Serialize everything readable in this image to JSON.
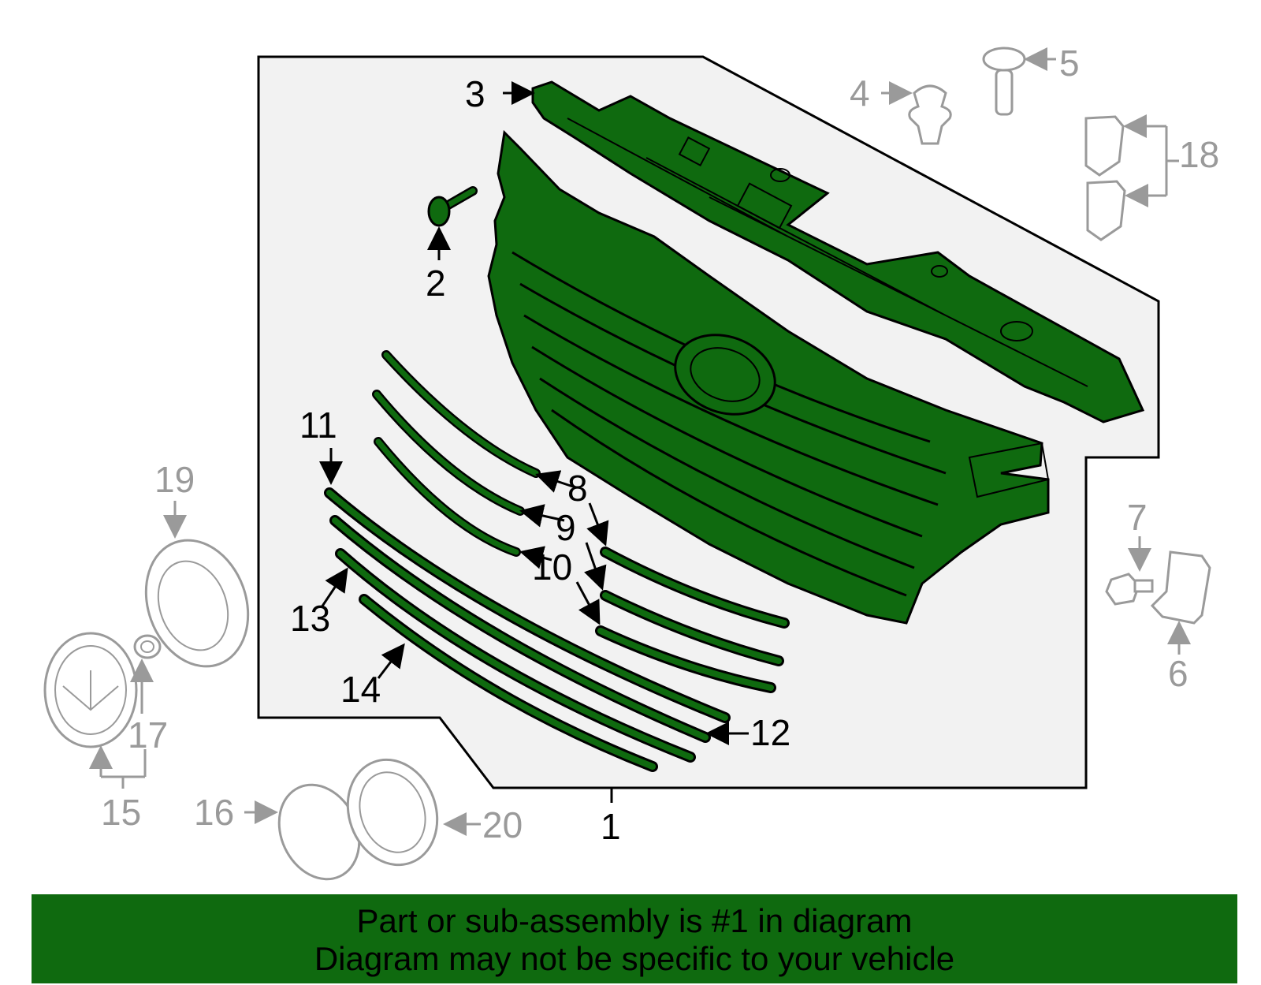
{
  "diagram": {
    "callouts": {
      "c1": "1",
      "c2": "2",
      "c3": "3",
      "c4": "4",
      "c5": "5",
      "c6": "6",
      "c7": "7",
      "c8": "8",
      "c9": "9",
      "c10": "10",
      "c11": "11",
      "c12": "12",
      "c13": "13",
      "c14": "14",
      "c15": "15",
      "c16": "16",
      "c17": "17",
      "c18": "18",
      "c19": "19",
      "c20": "20"
    },
    "highlight_color": "#0f6a0f",
    "panel_color": "#f2f2f2",
    "aux_color": "#9a9a9a"
  },
  "banner": {
    "line1": "Part or sub-assembly is #1 in diagram",
    "line2": "Diagram may not be specific to your vehicle"
  }
}
